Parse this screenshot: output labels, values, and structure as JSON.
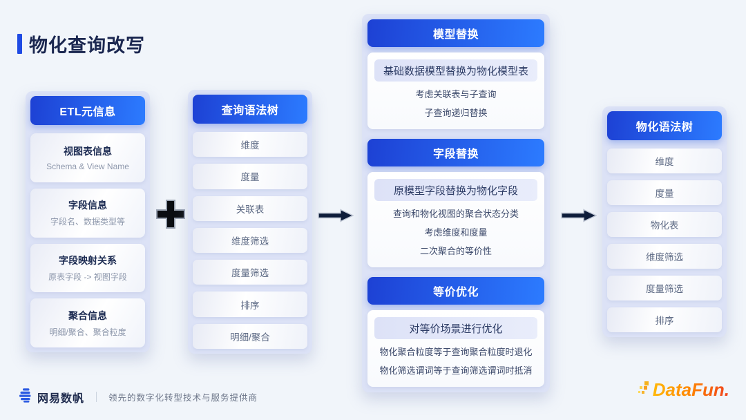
{
  "page": {
    "title": "物化查询改写"
  },
  "panels": {
    "etl": {
      "header": "ETL元信息",
      "items": [
        {
          "title": "视图表信息",
          "subtitle": "Schema & View Name"
        },
        {
          "title": "字段信息",
          "subtitle": "字段名、数据类型等"
        },
        {
          "title": "字段映射关系",
          "subtitle": "原表字段 -> 视图字段"
        },
        {
          "title": "聚合信息",
          "subtitle": "明细/聚合、聚合粒度"
        }
      ]
    },
    "query_tree": {
      "header": "查询语法树",
      "items": [
        "维度",
        "度量",
        "关联表",
        "维度筛选",
        "度量筛选",
        "排序",
        "明细/聚合"
      ]
    },
    "rewrite": {
      "sections": [
        {
          "header": "模型替换",
          "highlight": "基础数据模型替换为物化模型表",
          "lines": [
            "考虑关联表与子查询",
            "子查询递归替换"
          ]
        },
        {
          "header": "字段替换",
          "highlight": "原模型字段替换为物化字段",
          "lines": [
            "查询和物化视图的聚合状态分类",
            "考虑维度和度量",
            "二次聚合的等价性"
          ]
        },
        {
          "header": "等价优化",
          "highlight": "对等价场景进行优化",
          "lines": [
            "物化聚合粒度等于查询聚合粒度时退化",
            "物化筛选谓词等于查询筛选谓词时抵消"
          ]
        }
      ]
    },
    "materialized_tree": {
      "header": "物化语法树",
      "items": [
        "维度",
        "度量",
        "物化表",
        "维度筛选",
        "度量筛选",
        "排序"
      ]
    }
  },
  "footer": {
    "brand": "网易数帆",
    "divider": "｜",
    "tagline": "领先的数字化转型技术与服务提供商",
    "datafun_logo": "DataFun."
  },
  "colors": {
    "page_bg": "#f1f5fa",
    "panel_bg": "#dce2f6",
    "header_gradient_start": "#1d41d4",
    "header_gradient_end": "#2c7bff",
    "highlight_box_bg": "#dde2f7",
    "title_accent": "#1f4be4",
    "title_text": "#1b2750",
    "operator_dark": "#0e1d3a",
    "netease_blue": "#2d5be2",
    "datafun_orange_start": "#ffb90a",
    "datafun_orange_end": "#f0411f"
  }
}
